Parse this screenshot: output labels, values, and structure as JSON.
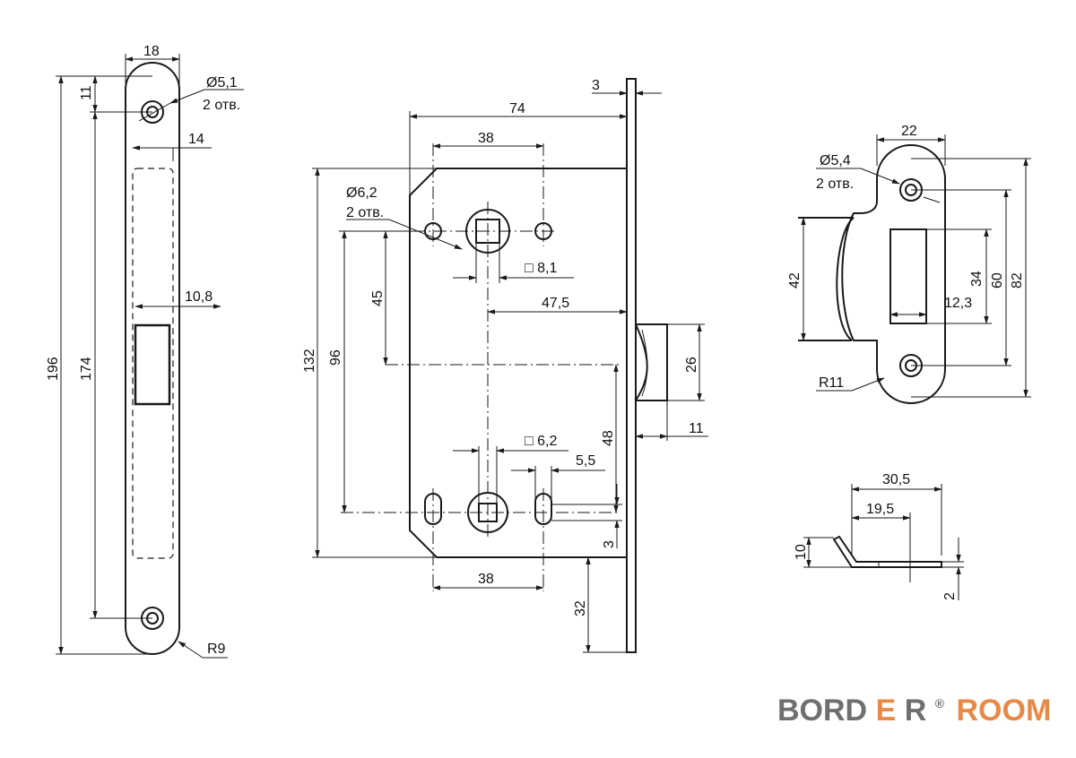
{
  "colors": {
    "line": "#1a1a1a",
    "logo_dark": "#6f6f71",
    "logo_accent": "#e78a48"
  },
  "faceplate": {
    "width": "18",
    "hole_offset": "11",
    "hole_label": "Ø5,1",
    "hole_count": "2 отв.",
    "slot_width": "14",
    "latch_width": "10,8",
    "total_height": "196",
    "hole_spacing": "174",
    "radius": "R9"
  },
  "body": {
    "plate_thickness": "3",
    "backset": "74",
    "spindle_spacing_top": "38",
    "hole_label": "Ø6,2",
    "hole_count": "2 отв.",
    "square_top": "□ 8,1",
    "dim_45": "45",
    "dim_96": "96",
    "dim_132": "132",
    "latch_to_front": "47,5",
    "latch_height": "26",
    "latch_projection": "11",
    "dim_48": "48",
    "square_bottom": "□ 6,2",
    "slot_width": "5,5",
    "dim_3": "3",
    "spindle_spacing_bottom": "38",
    "dim_32": "32"
  },
  "strike": {
    "width": "22",
    "hole_label": "Ø5,4",
    "hole_count": "2 отв.",
    "dim_42": "42",
    "dim_34": "34",
    "dim_60": "60",
    "dim_82": "82",
    "slot_width": "12,3",
    "radius": "R11"
  },
  "profile": {
    "dim_30_5": "30,5",
    "dim_19_5": "19,5",
    "dim_10": "10",
    "dim_2": "2"
  },
  "logo": {
    "part1": "BORD",
    "part2": "E",
    "part3": "R",
    "reg": "®",
    "part4": "ROOM"
  }
}
